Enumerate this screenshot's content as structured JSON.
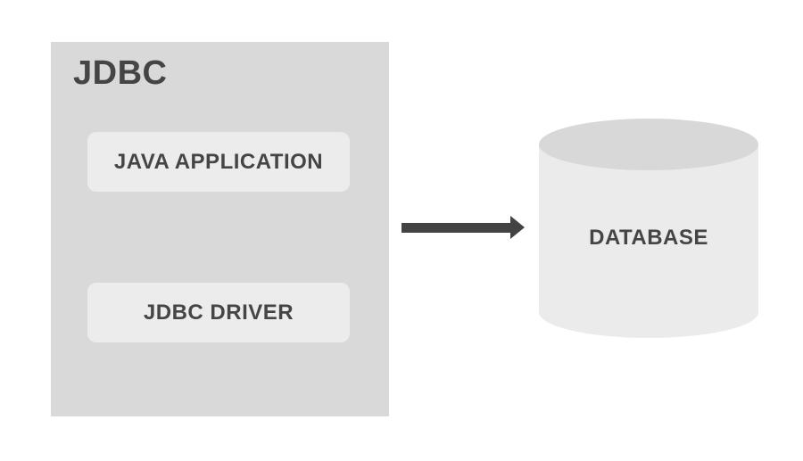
{
  "diagram": {
    "jdbc": {
      "title": "JDBC",
      "nodes": [
        {
          "label": "JAVA APPLICATION"
        },
        {
          "label": "JDBC DRIVER"
        }
      ]
    },
    "arrow": {
      "direction": "right",
      "from": "JDBC",
      "to": "DATABASE"
    },
    "database": {
      "label": "DATABASE",
      "shape": "cylinder"
    },
    "colors": {
      "background": "#ffffff",
      "panel_fill": "#d9d9d9",
      "node_fill": "#ececec",
      "cylinder_body_fill": "#ebebeb",
      "cylinder_top_fill": "#d8d8d8",
      "arrow": "#434343",
      "text": "#454545"
    }
  }
}
